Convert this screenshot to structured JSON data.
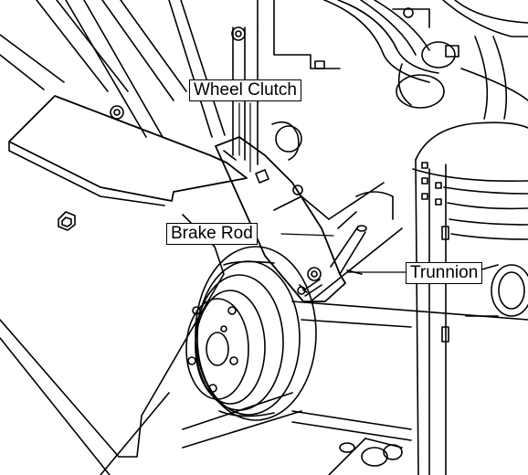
{
  "callouts": {
    "wheel_clutch": "Wheel Clutch",
    "brake_rod": "Brake Rod",
    "trunnion": "Trunnion"
  },
  "colors": {
    "line": "#000000",
    "background": "#ffffff"
  }
}
